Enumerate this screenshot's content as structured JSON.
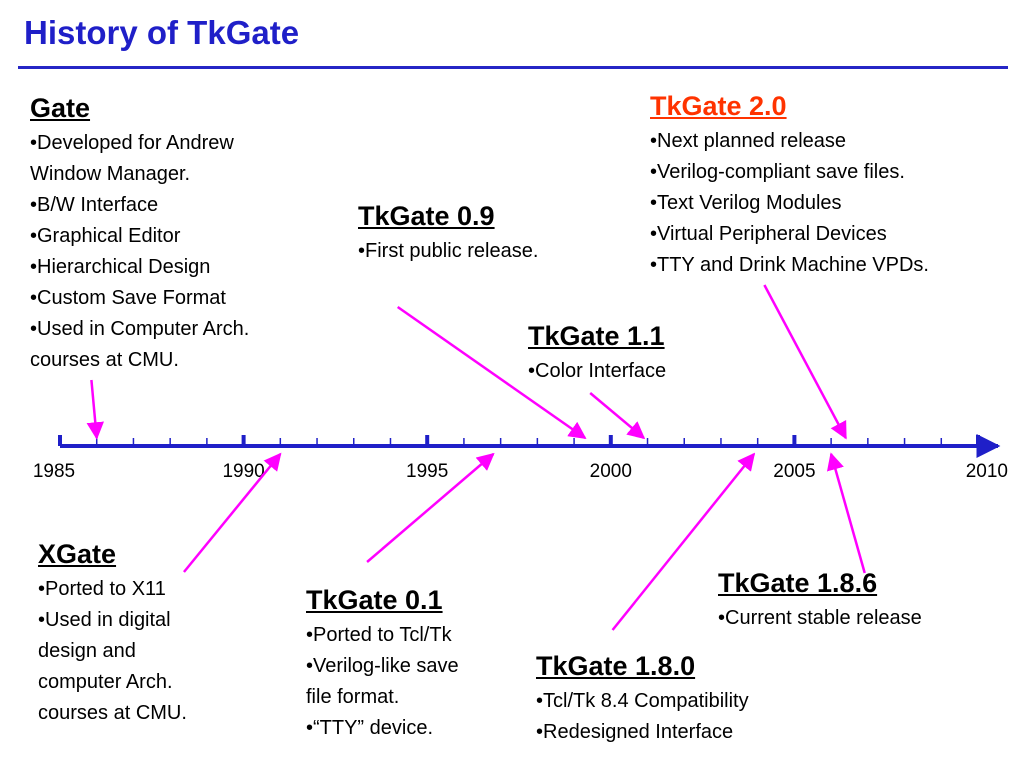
{
  "title": "History of TkGate",
  "colors": {
    "title": "#1f1fc8",
    "axis": "#1f1fc8",
    "arrow": "#ff00ff",
    "next_release_heading": "#ff3300"
  },
  "years": [
    "1985",
    "1990",
    "1995",
    "2000",
    "2005",
    "2010"
  ],
  "events": {
    "gate": {
      "heading": "Gate",
      "bullets": [
        "•Developed for Andrew",
        "Window Manager.",
        "•B/W Interface",
        "•Graphical Editor",
        "•Hierarchical Design",
        "•Custom Save Format",
        "•Used in Computer Arch.",
        "courses at CMU."
      ]
    },
    "tkgate_09": {
      "heading": "TkGate 0.9",
      "bullets": [
        "•First public release."
      ]
    },
    "tkgate_20": {
      "heading": "TkGate 2.0",
      "bullets": [
        "•Next planned release",
        "•Verilog-compliant save files.",
        "•Text Verilog Modules",
        "•Virtual Peripheral Devices",
        "•TTY and Drink Machine VPDs."
      ]
    },
    "tkgate_11": {
      "heading": "TkGate 1.1",
      "bullets": [
        "•Color Interface"
      ]
    },
    "xgate": {
      "heading": "XGate",
      "bullets": [
        "•Ported to X11",
        "•Used in digital",
        "design and",
        "computer Arch.",
        "courses at CMU."
      ]
    },
    "tkgate_01": {
      "heading": "TkGate 0.1",
      "bullets": [
        "•Ported to Tcl/Tk",
        "•Verilog-like save",
        "file format.",
        "•“TTY” device."
      ]
    },
    "tkgate_186": {
      "heading": "TkGate 1.8.6",
      "bullets": [
        "•Current stable release"
      ]
    },
    "tkgate_180": {
      "heading": "TkGate 1.8.0",
      "bullets": [
        "•Tcl/Tk 8.4 Compatibility",
        "•Redesigned Interface"
      ]
    }
  },
  "arrows": [
    {
      "event": "gate",
      "year": 1986
    },
    {
      "event": "xgate",
      "year": 1991
    },
    {
      "event": "tkgate_01",
      "year": 1996.8
    },
    {
      "event": "tkgate_09",
      "year": 1999.3
    },
    {
      "event": "tkgate_11",
      "year": 2000.9
    },
    {
      "event": "tkgate_180",
      "year": 2003.9
    },
    {
      "event": "tkgate_186",
      "year": 2006
    },
    {
      "event": "tkgate_20",
      "year": 2006.4
    }
  ]
}
